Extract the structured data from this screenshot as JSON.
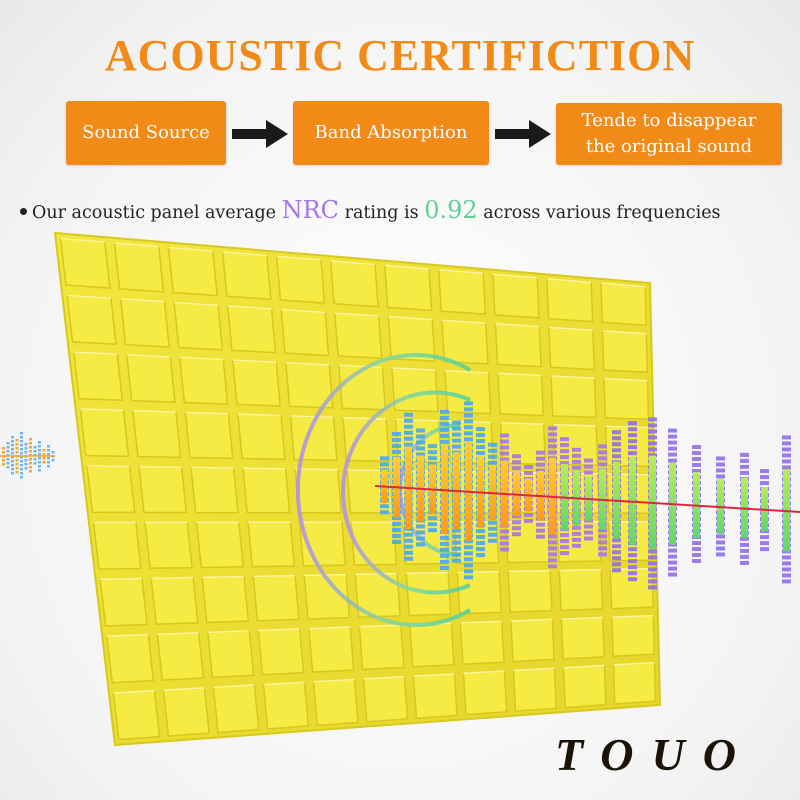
{
  "title": "ACOUSTIC CERTIFICTION",
  "flow": {
    "steps": [
      {
        "label": "Sound Source"
      },
      {
        "label": "Band Absorption"
      },
      {
        "label_line1": "Tende to disappear",
        "label_line2": "the original sound"
      }
    ]
  },
  "nrc_statement": {
    "prefix": "Our acoustic panel average ",
    "nrc": "NRC",
    "middle": " rating is ",
    "value": "0.92",
    "suffix": " across various frequencies"
  },
  "brand": "TOUO",
  "colors": {
    "accent_orange": "#f28a17",
    "panel_yellow": "#f0e23a",
    "nrc_purple": "#a676e8",
    "value_green": "#5fcf96",
    "sound_line_red": "#e0263a"
  }
}
